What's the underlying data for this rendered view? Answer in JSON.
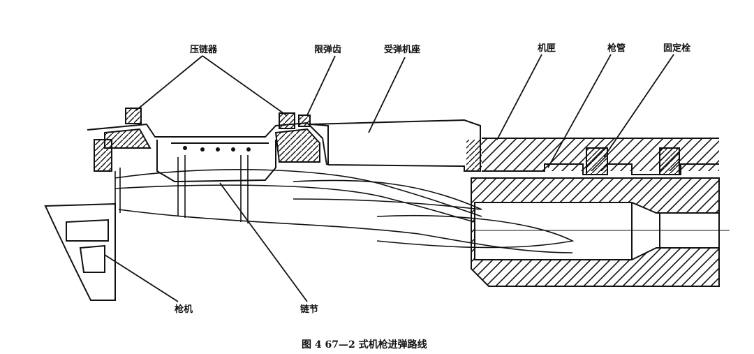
{
  "labels": {
    "chain_presser": "压链器",
    "feed_tooth": "限弹齿",
    "receiver_base": "受弹机座",
    "receiver": "机匣",
    "barrel": "枪管",
    "fixing_pin": "固定栓",
    "bolt": "枪机",
    "chain_link": "链节"
  },
  "caption": "图 4   67—2 式机枪进弹路线",
  "colors": {
    "ink": "#111111",
    "paper": "#ffffff"
  }
}
